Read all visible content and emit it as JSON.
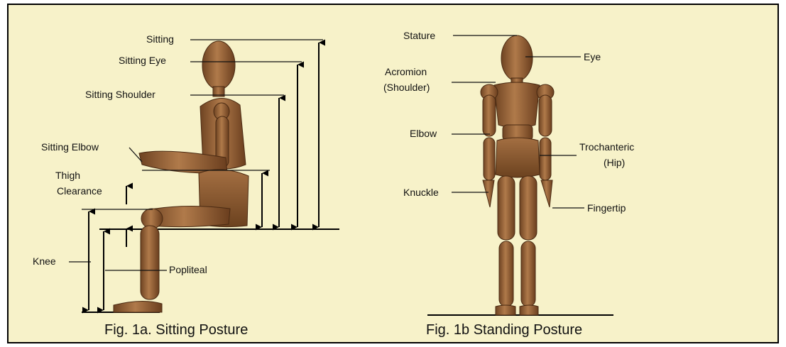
{
  "figure_a": {
    "caption": "Fig. 1a. Sitting Posture",
    "labels": {
      "sitting": "Sitting",
      "sitting_eye": "Sitting Eye",
      "sitting_shoulder": "Sitting Shoulder",
      "sitting_elbow": "Sitting Elbow",
      "thigh_1": "Thigh",
      "thigh_2": "Clearance",
      "knee": "Knee",
      "popliteal": "Popliteal"
    }
  },
  "figure_b": {
    "caption": "Fig. 1b Standing Posture",
    "labels": {
      "stature": "Stature",
      "eye": "Eye",
      "acromion_1": "Acromion",
      "acromion_2": "(Shoulder)",
      "elbow": "Elbow",
      "trochanteric_1": "Trochanteric",
      "trochanteric_2": "(Hip)",
      "knuckle": "Knuckle",
      "fingertip": "Fingertip"
    }
  },
  "colors": {
    "background": "#f7f2c9",
    "mannequin_wood": "#9a6a3f",
    "lines": "#111111"
  }
}
